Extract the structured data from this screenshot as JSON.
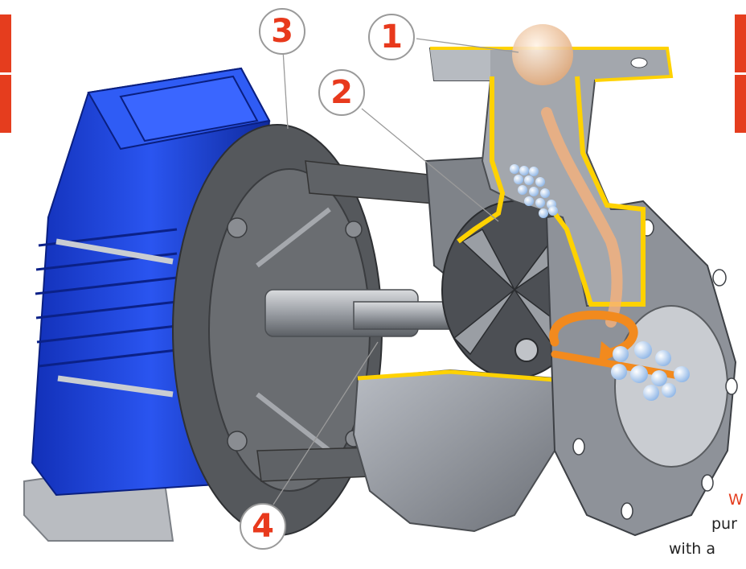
{
  "callouts": [
    {
      "id": "1",
      "label": "1"
    },
    {
      "id": "2",
      "label": "2"
    },
    {
      "id": "3",
      "label": "3"
    },
    {
      "id": "4",
      "label": "4"
    }
  ],
  "caption": {
    "line1": "W",
    "line2": "pur",
    "line3": "with  a"
  },
  "colors": {
    "accent": "#e53d1e",
    "motor_blue": "#1a3fd0",
    "casing_gray": "#8e9299",
    "liner_yellow": "#ffd200",
    "flow_orange": "#f28a1e",
    "bubble_blue": "#cfe3ff"
  }
}
